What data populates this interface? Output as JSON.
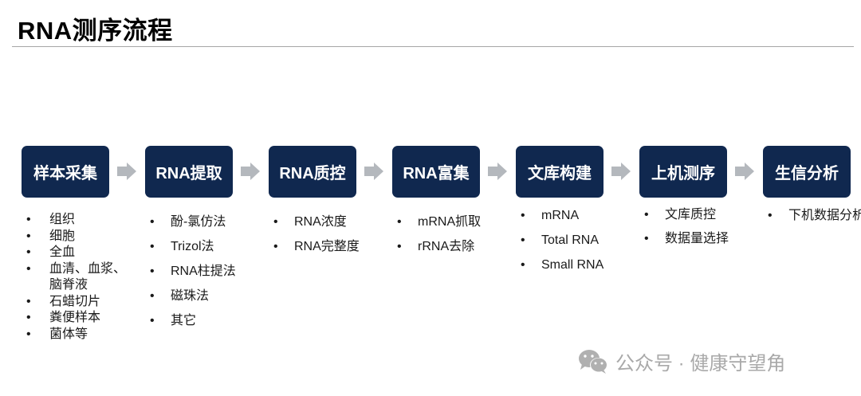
{
  "title": "RNA测序流程",
  "steps": [
    {
      "label": "样本采集",
      "items": [
        "组织",
        "细胞",
        "全血",
        "血清、血浆、\n脑脊液",
        "石蜡切片",
        "粪便样本",
        "菌体等"
      ]
    },
    {
      "label": "RNA提取",
      "items": [
        "酚-氯仿法",
        "Trizol法",
        "RNA柱提法",
        "磁珠法",
        "其它"
      ]
    },
    {
      "label": "RNA质控",
      "items": [
        "RNA浓度",
        "RNA完整度"
      ]
    },
    {
      "label": "RNA富集",
      "items": [
        "mRNA抓取",
        "rRNA去除"
      ]
    },
    {
      "label": "文库构建",
      "items": [
        "mRNA",
        "Total RNA",
        "Small RNA"
      ]
    },
    {
      "label": "上机测序",
      "items": [
        "文库质控",
        "数据量选择"
      ]
    },
    {
      "label": "生信分析",
      "items": [
        "下机数据分析"
      ]
    }
  ],
  "watermark": "公众号 · 健康守望角",
  "colors": {
    "step_bg": "#10284f",
    "arrow": "#b4b8bd"
  }
}
